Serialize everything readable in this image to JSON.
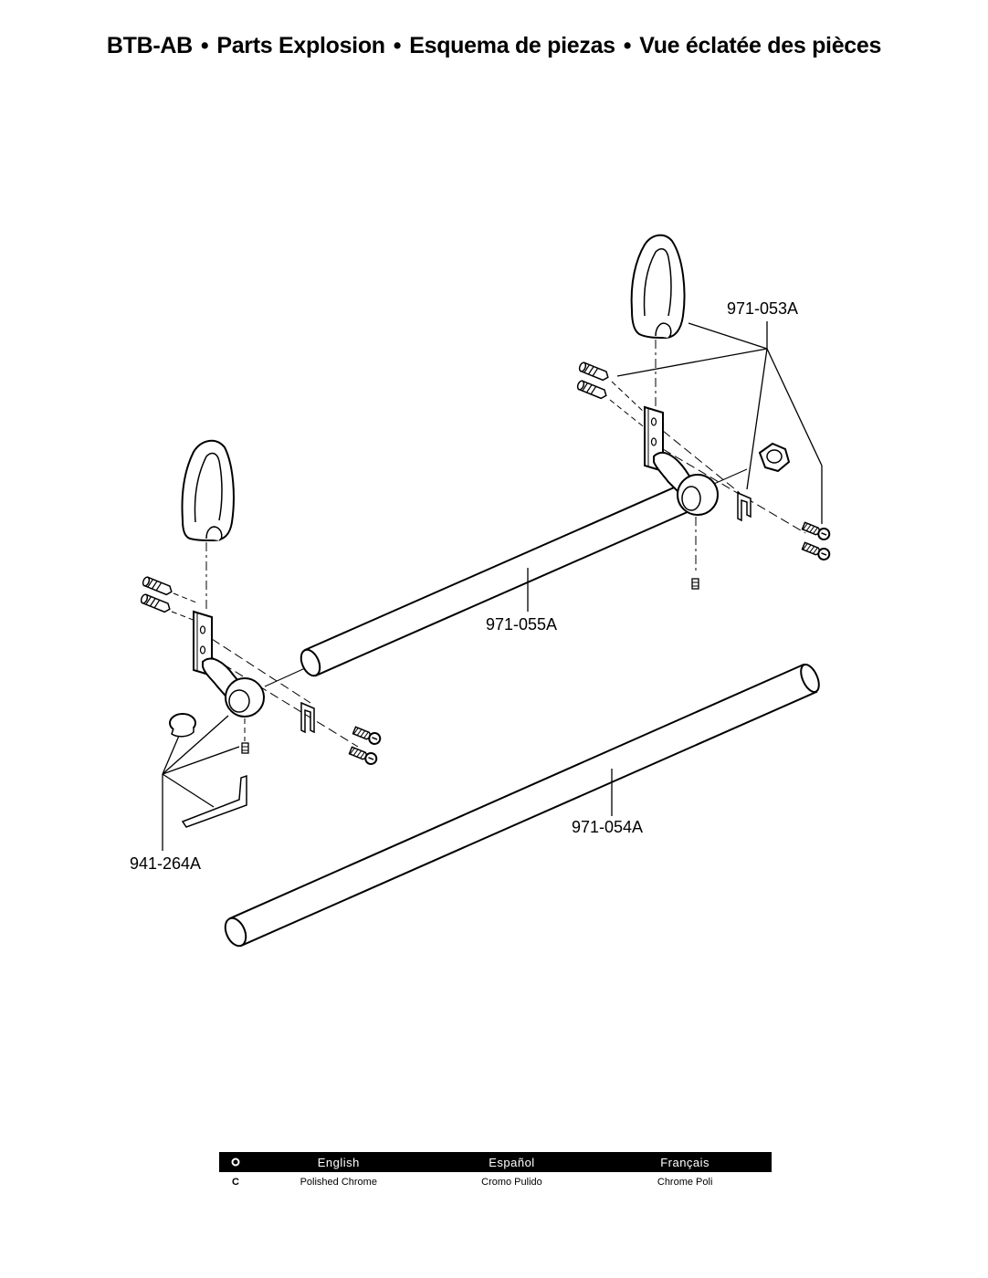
{
  "header": {
    "model": "BTB-AB",
    "separator": "•",
    "title_en": "Parts Explosion",
    "title_es": "Esquema de piezas",
    "title_fr": "Vue éclatée des pièces"
  },
  "parts": {
    "bracket_set": "971-053A",
    "upper_bar": "971-055A",
    "lower_bar": "971-054A",
    "hardware_kit": "941-264A"
  },
  "finish_table": {
    "header_icon": "finish-icon",
    "columns": [
      "English",
      "Español",
      "Français"
    ],
    "rows": [
      {
        "code": "C",
        "english": "Polished Chrome",
        "espanol": "Cromo Pulido",
        "francais": "Chrome Poli"
      }
    ]
  }
}
